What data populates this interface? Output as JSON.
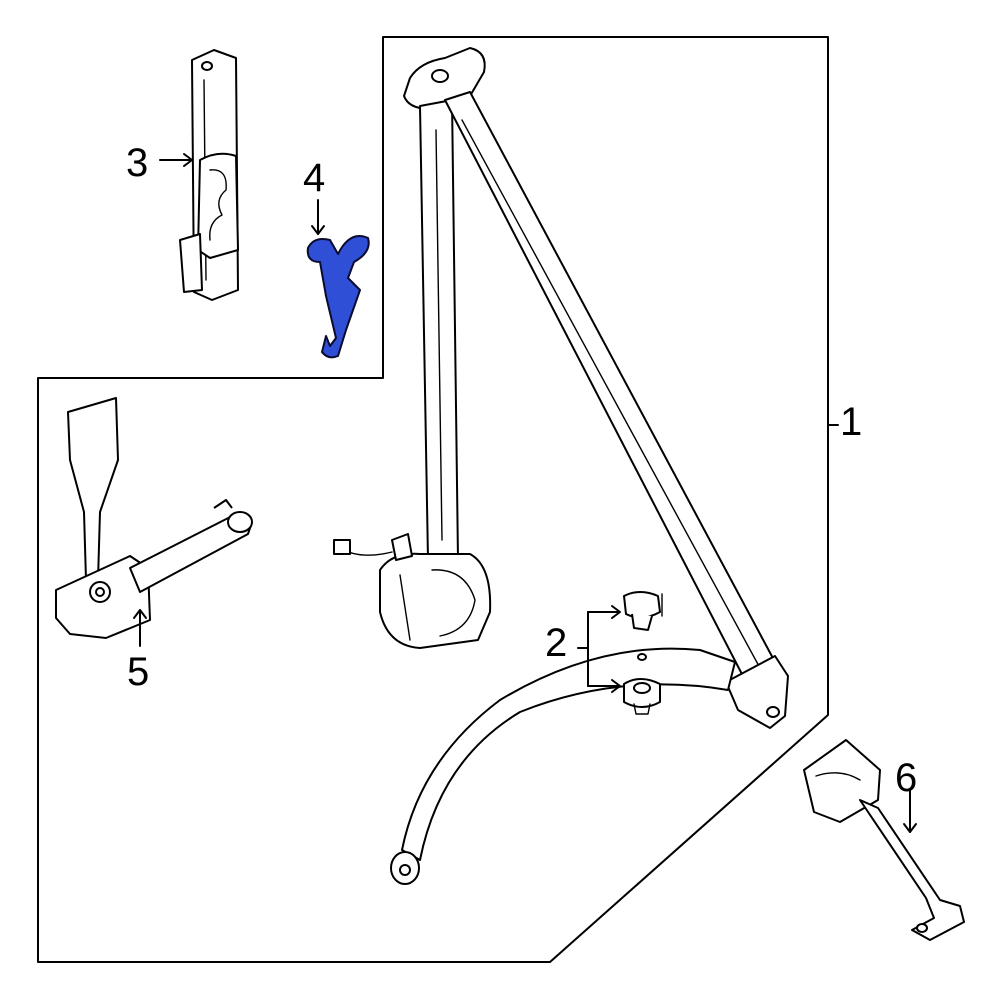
{
  "callouts": {
    "c1": "1",
    "c2": "2",
    "c3": "3",
    "c4": "4",
    "c5": "5",
    "c6": "6"
  },
  "colors": {
    "highlight": "#2f4fd6",
    "line": "#000000",
    "background": "#ffffff"
  }
}
